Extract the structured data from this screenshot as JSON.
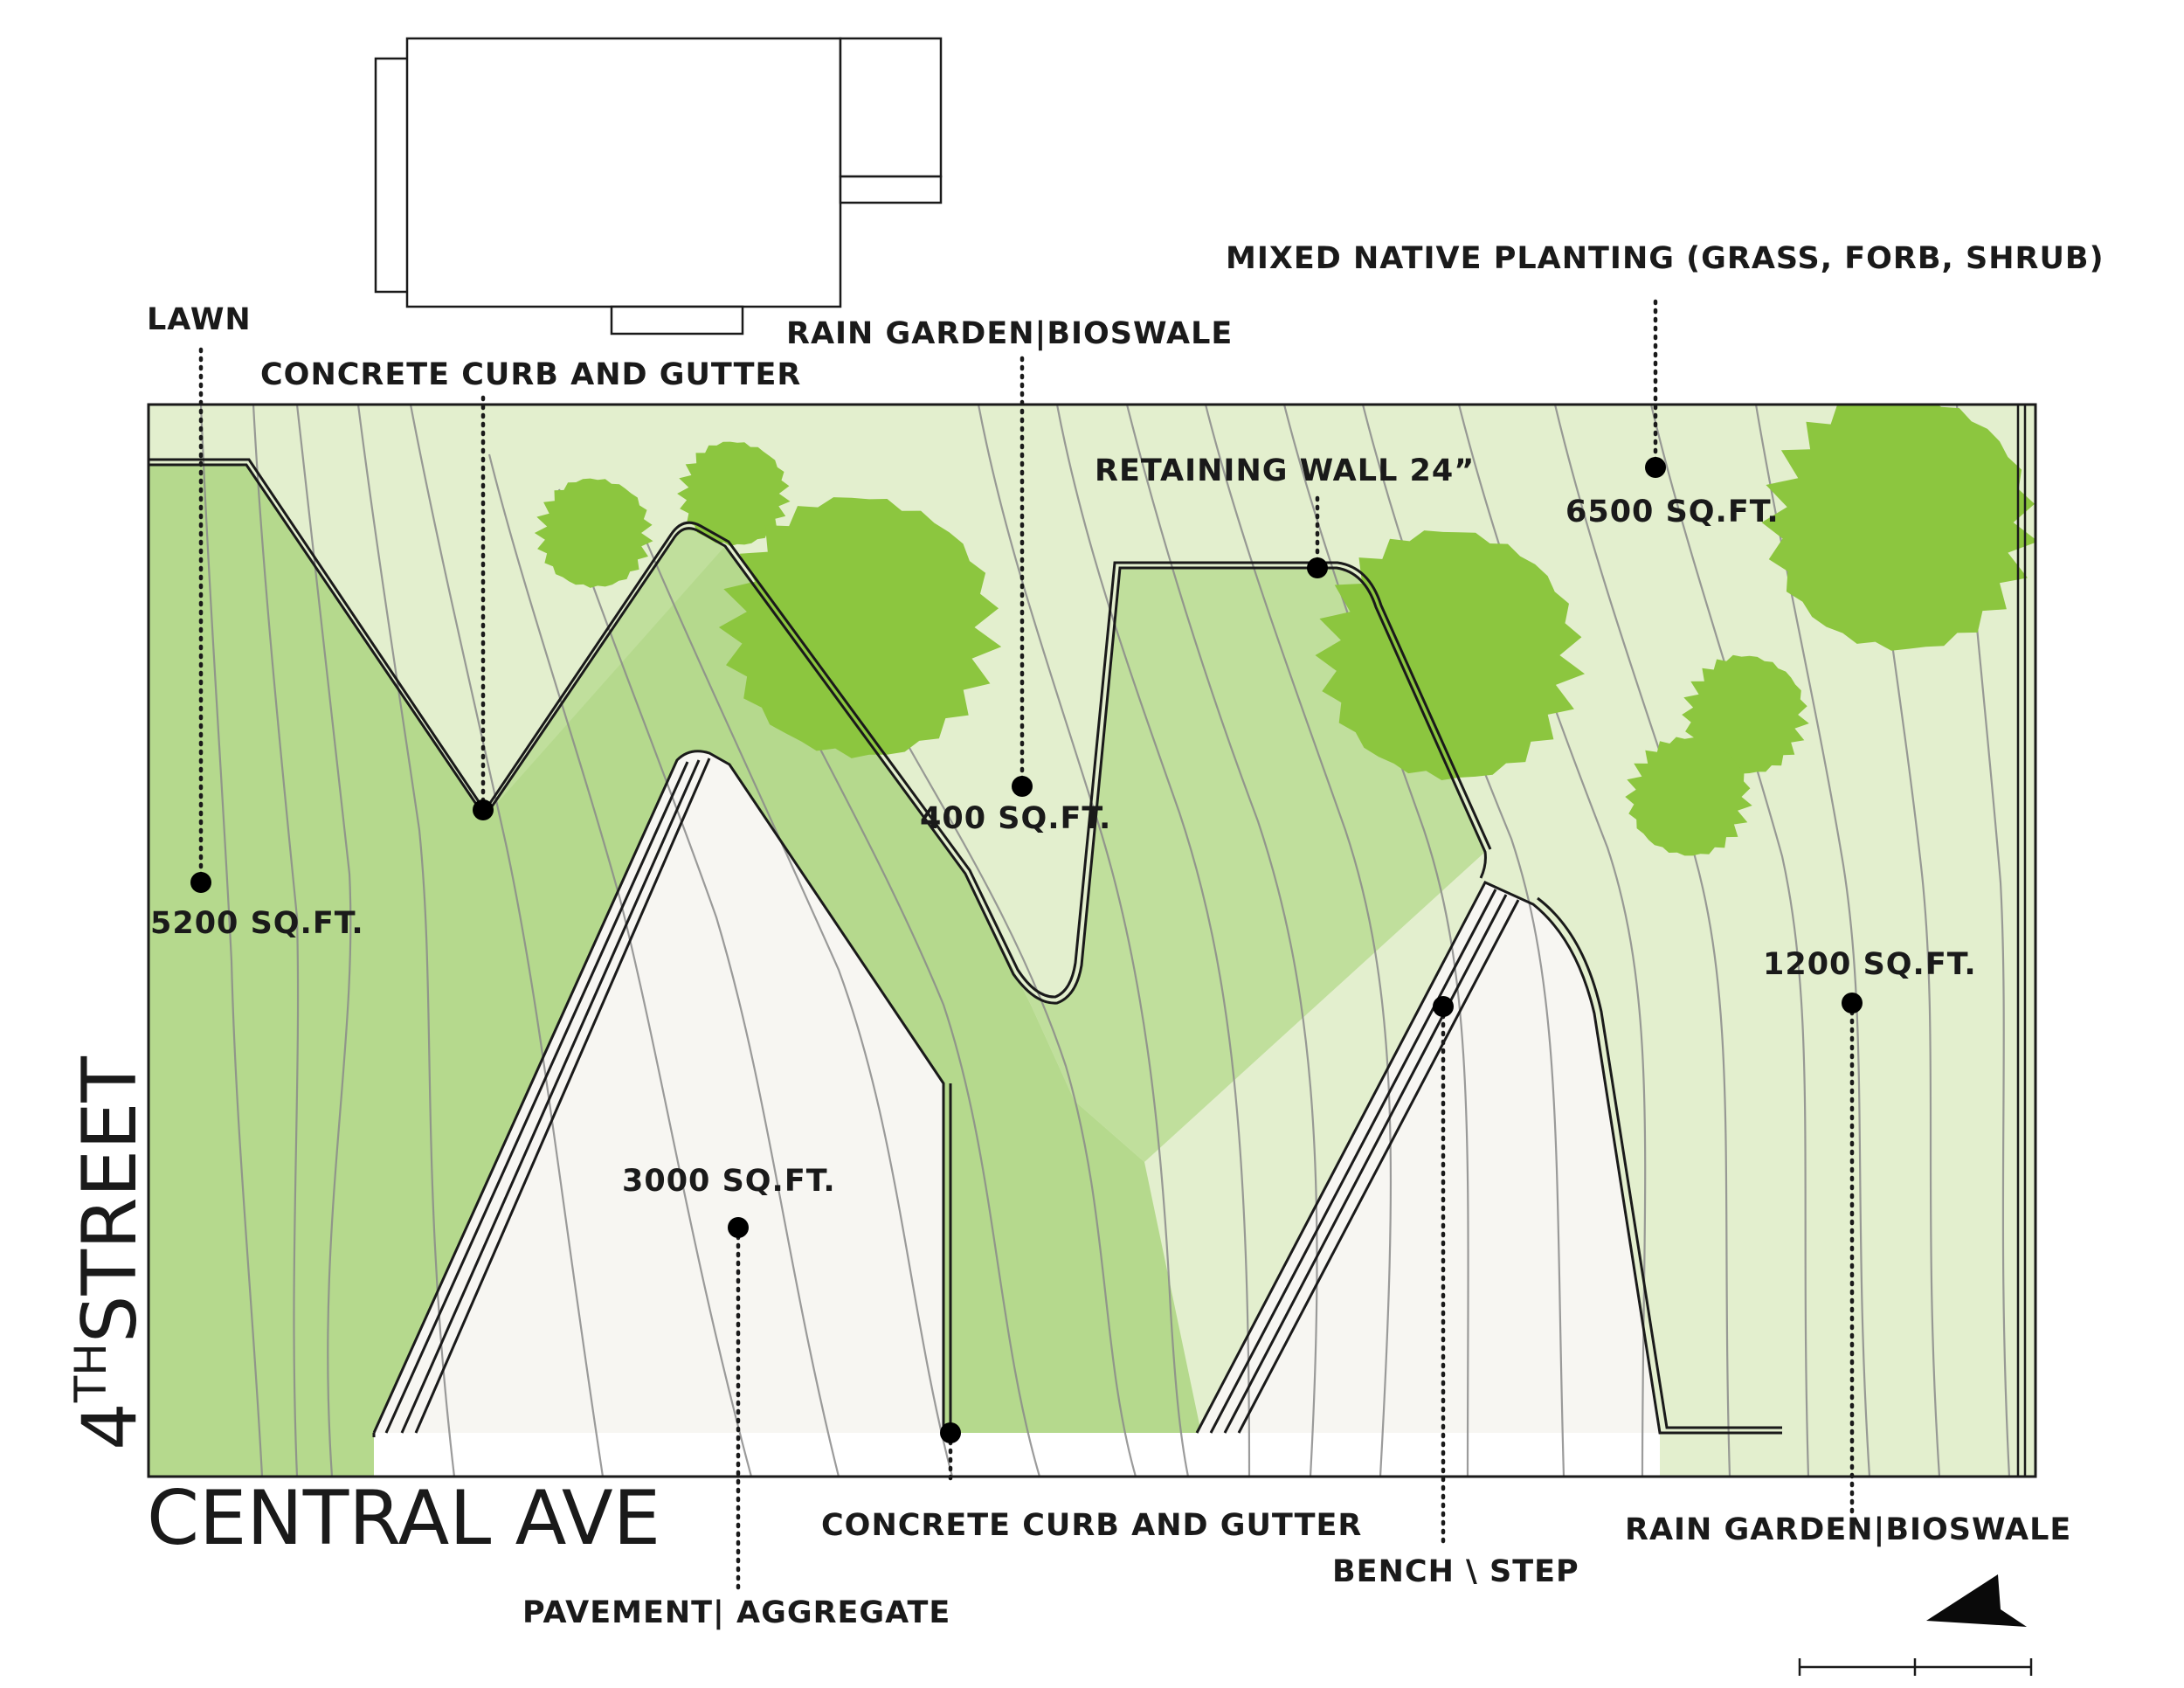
{
  "colors": {
    "lawn": "#b5d98d",
    "native_planting": "#e3efce",
    "rain_garden": "#c0df9c",
    "pavement": "#f7f6f2",
    "tree": "#8cc63f",
    "ink": "#1a1a1a"
  },
  "streets": {
    "vertical": {
      "prefix": "4",
      "superscript": "TH",
      "name": "STREET"
    },
    "horizontal": "CENTRAL AVE"
  },
  "labels": {
    "lawn": "LAWN",
    "lawn_area": "5200 SQ.FT.",
    "curb_top": "CONCRETE CURB AND GUTTER",
    "rain_garden_top": "RAIN GARDEN|BIOSWALE",
    "rain_garden_top_area": "400 SQ.FT.",
    "native_planting": "MIXED NATIVE PLANTING (GRASS, FORB, SHRUB)",
    "native_planting_area": "6500 SQ.FT.",
    "retaining_wall": "RETAINING WALL 24”",
    "rain_garden_right_area": "1200 SQ.FT.",
    "pavement_area": "3000 SQ.FT.",
    "curb_bottom": "CONCRETE CURB AND GUTTER",
    "pavement": "PAVEMENT| AGGREGATE",
    "bench": "BENCH \\ STEP",
    "rain_garden_bottom": "RAIN GARDEN|BIOSWALE"
  },
  "icons": {
    "north_arrow": "north-arrow-icon",
    "scale_bar": "scale-bar-icon"
  }
}
